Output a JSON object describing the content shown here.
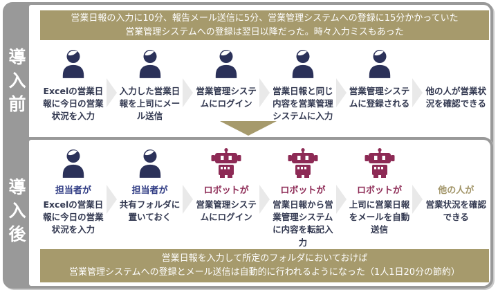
{
  "colors": {
    "panel_gray": "#999999",
    "olive_banner": "#a69a6c",
    "navy_icon": "#2b3159",
    "crimson_robot": "#8d2a55",
    "step_text": "#323850",
    "actor_navy": "#2f3b83",
    "actor_olive": "#a19467",
    "chevron_gray": "#e9e9e9"
  },
  "icons": {
    "person": "person-icon",
    "robot": "robot-icon",
    "step_separator": "chevron-right-icon",
    "transition": "arrow-down-icon"
  },
  "before": {
    "label": "導入前",
    "banner": {
      "line1": "営業日報の入力に10分、報告メール送信に5分、営業管理システムへの登録に15分かかっていた",
      "line2": "営業管理システムへの登録は翌日以降だった。時々入力ミスもあった"
    },
    "steps": [
      {
        "icon": "person-icon",
        "text": "Excelの営業日報に今日の営業状況を入力"
      },
      {
        "icon": "person-icon",
        "text": "入力した営業日報を上司にメール送信"
      },
      {
        "icon": "person-icon",
        "text": "営業管理システムにログイン"
      },
      {
        "icon": "person-icon",
        "text": "営業日報と同じ内容を営業管理システムに入力"
      },
      {
        "icon": "person-icon",
        "text": "営業管理システムに登録される"
      },
      {
        "icon": "none",
        "text": "他の人が営業状況を確認できる"
      }
    ]
  },
  "after": {
    "label": "導入後",
    "steps": [
      {
        "icon": "person-icon",
        "actor": "担当者が",
        "text": "Excelの営業日報に今日の営業状況を入力"
      },
      {
        "icon": "person-icon",
        "actor": "担当者が",
        "text": "共有フォルダに置いておく"
      },
      {
        "icon": "robot-icon",
        "actor": "ロボットが",
        "text": "営業管理システムにログイン"
      },
      {
        "icon": "robot-icon",
        "actor": "ロボットが",
        "text": "営業日報から営業管理システムに内容を転記入力"
      },
      {
        "icon": "robot-icon",
        "actor": "ロボットが",
        "text": "上司に営業日報をメールを自動送信"
      },
      {
        "icon": "none",
        "actor": "他の人が",
        "text": "営業状況を確認できる"
      }
    ],
    "banner": {
      "line1": "営業日報を入力して所定のフォルダにおいておけば",
      "line2": "営業管理システムへの登録とメール送信は自動的に行われるようになった（1人1日20分の節約）"
    }
  }
}
